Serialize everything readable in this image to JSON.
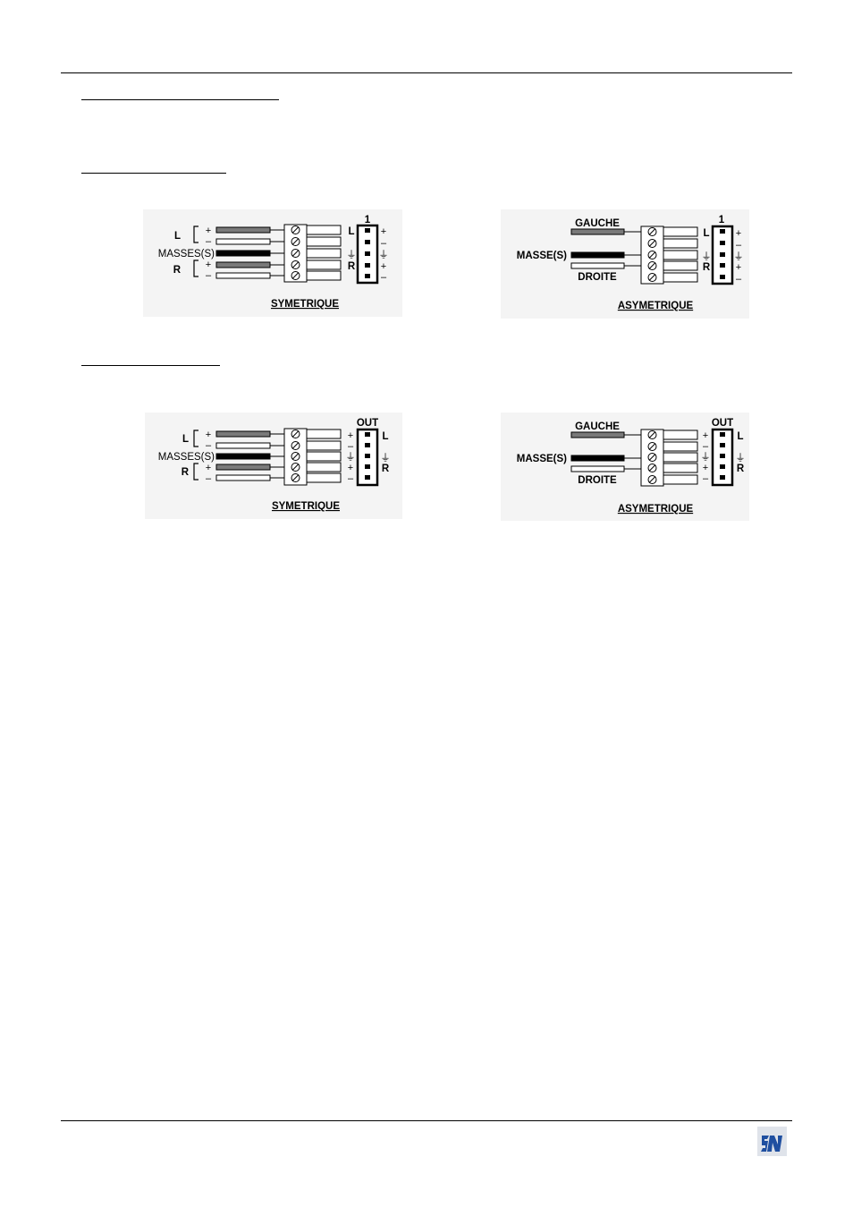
{
  "sections": [
    {
      "diagrams": [
        {
          "caption": "SYMETRIQUE",
          "left_labels": {
            "L": "L",
            "masses": "MASSES(S)",
            "R": "R"
          },
          "wire_signs": [
            "+",
            "–",
            "+",
            "–"
          ],
          "connector_title": "1",
          "connector_inner": [
            "L",
            "",
            "⏚",
            "R",
            ""
          ],
          "connector_outer": [
            "+",
            "–",
            "⏚",
            "+",
            "–"
          ]
        },
        {
          "caption": "ASYMETRIQUE",
          "wire_labels": {
            "top": "GAUCHE",
            "middle": "MASSE(S)",
            "bottom": "DROITE"
          },
          "connector_title": "1",
          "connector_inner": [
            "L",
            "",
            "⏚",
            "R",
            ""
          ],
          "connector_outer": [
            "+",
            "–",
            "⏚",
            "+",
            "–"
          ]
        }
      ]
    },
    {
      "diagrams": [
        {
          "caption": "SYMETRIQUE",
          "left_labels": {
            "L": "L",
            "masses": "MASSES(S)",
            "R": "R"
          },
          "wire_signs": [
            "+",
            "–",
            "+",
            "–"
          ],
          "connector_title": "OUT",
          "connector_inner": [
            "+",
            "–",
            "⏚",
            "+",
            "–"
          ],
          "connector_outer": [
            "L",
            "",
            "⏚",
            "R",
            ""
          ]
        },
        {
          "caption": "ASYMETRIQUE",
          "wire_labels": {
            "top": "GAUCHE",
            "middle": "MASSE(S)",
            "bottom": "DROITE"
          },
          "connector_title": "OUT",
          "connector_inner": [
            "+",
            "–",
            "⏚",
            "+",
            "–"
          ],
          "connector_outer": [
            "L",
            "",
            "⏚",
            "R",
            ""
          ]
        }
      ]
    }
  ],
  "logo": {
    "name": "company-logo",
    "color": "#1f4fa0"
  }
}
